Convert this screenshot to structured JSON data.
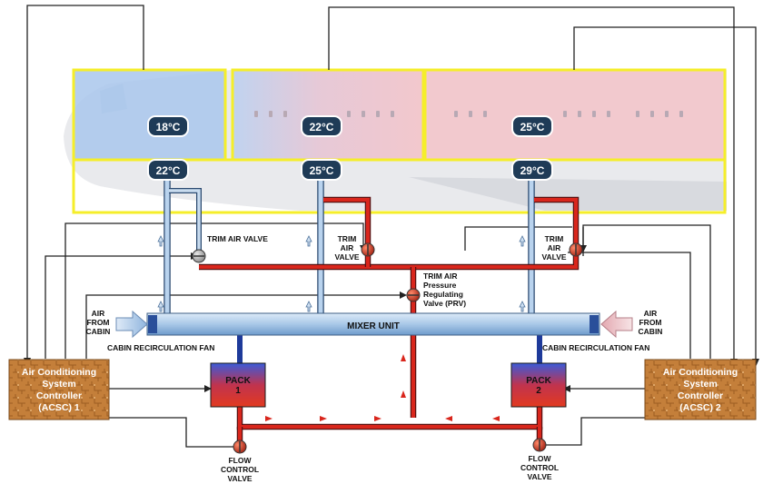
{
  "zones": {
    "cockpit": {
      "temp_selected": "18°C",
      "temp_duct": "22°C"
    },
    "forward_cabin": {
      "temp_selected": "22°C",
      "temp_duct": "25°C"
    },
    "aft_cabin": {
      "temp_selected": "25°C",
      "temp_duct": "29°C"
    }
  },
  "labels": {
    "trim_air_valve": "TRIM AIR VALVE",
    "trim_air_valve_split": [
      "TRIM",
      "AIR",
      "VALVE"
    ],
    "trim_air_prv": [
      "TRIM AIR",
      "Pressure",
      "Regulating",
      "Valve (PRV)"
    ],
    "air_from_cabin": [
      "AIR",
      "FROM",
      "CABIN"
    ],
    "mixer_unit": "MIXER UNIT",
    "cabin_recirculation_fan": "CABIN RECIRCULATION FAN",
    "flow_control_valve": [
      "FLOW",
      "CONTROL",
      "VALVE"
    ]
  },
  "controllers": {
    "acsc1": [
      "Air Conditioning",
      "System",
      "Controller",
      "(ACSC) 1"
    ],
    "acsc2": [
      "Air Conditioning",
      "System",
      "Controller",
      "(ACSC) 2"
    ]
  },
  "packs": {
    "pack1": [
      "PACK",
      "1"
    ],
    "pack2": [
      "PACK",
      "2"
    ]
  },
  "colors": {
    "hot_air": "#d9261c",
    "cold_air": "#9ec3e6",
    "zone_outline": "#f5ee2a",
    "controller": "#c8823a",
    "badge": "#1f3b57"
  }
}
